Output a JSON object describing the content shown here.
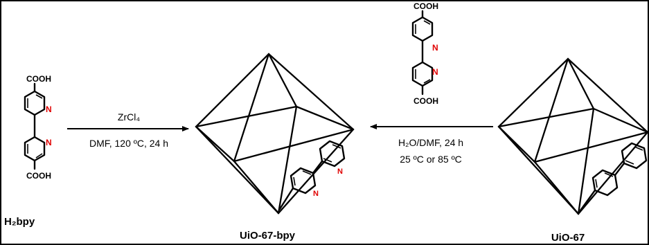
{
  "ligand": {
    "name": "H₂bpy",
    "top_group": "COOH",
    "bottom_group": "COOH",
    "ring_atom": "N"
  },
  "reaction_left": {
    "reagent": "ZrCl₄",
    "conditions": "DMF, 120 ºC, 24 h"
  },
  "product_left": {
    "name": "UiO-67-bpy"
  },
  "reaction_right": {
    "reagent_top_group": "COOH",
    "reagent_bottom_group": "COOH",
    "ring_atom": "N",
    "conditions_line1": "H₂O/DMF, 24 h",
    "conditions_line2": "25 ºC or 85 ºC"
  },
  "product_right": {
    "name": "UiO-67"
  },
  "colors": {
    "frame": "#000000",
    "nitrogen": "#e00000",
    "background": "#ffffff"
  }
}
